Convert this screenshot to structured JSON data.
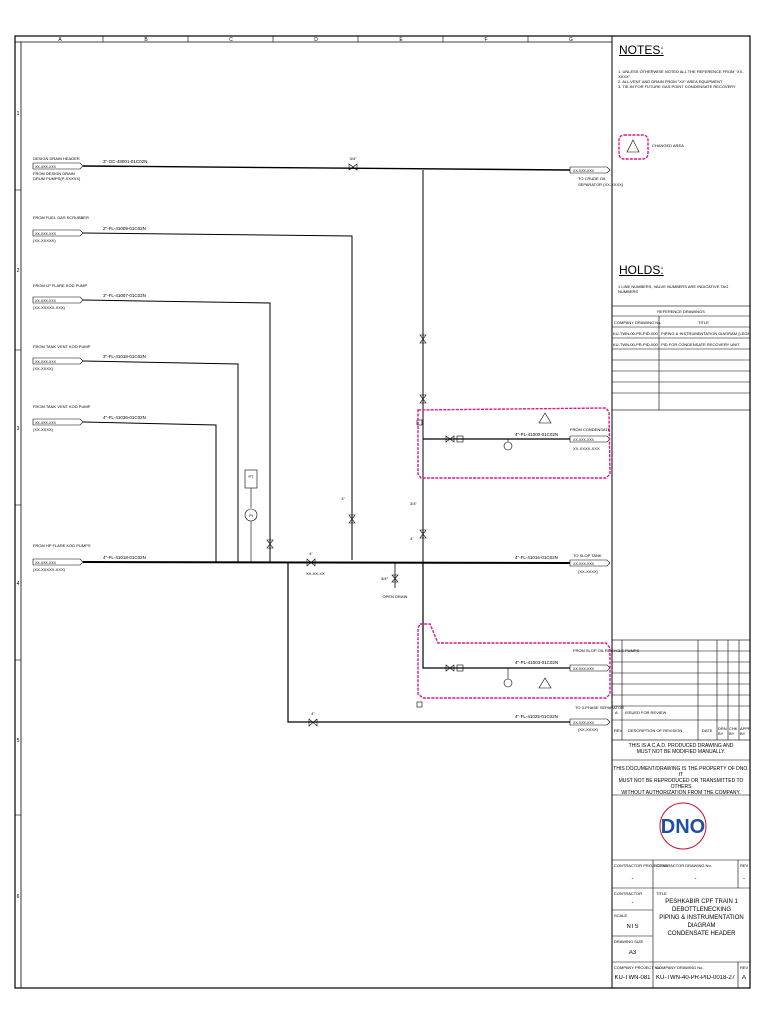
{
  "border": {
    "columns": [
      "A",
      "B",
      "C",
      "D",
      "E",
      "F",
      "G"
    ],
    "rows": [
      "1",
      "2",
      "3",
      "4",
      "5",
      "6"
    ]
  },
  "notes": {
    "title": "NOTES:",
    "items": [
      "1.  UNLESS OTHERWISE NOTED ALL THE REFERENCE FROM \"XX-XXXX\"",
      "2.  ALL VENT AND DRAIN FROM \"XX\" AREA EQUIPMENT",
      "3.  TIE-IN FOR FUTURE GAS POINT CONDENSATE RECOVERY"
    ],
    "legend_label": "CHANGED AREA"
  },
  "holds": {
    "title": "HOLDS:",
    "items": [
      "1  LINE NUMBERS, VALVE NUMBERS ARE INDICATIVE TAG NUMBERS"
    ]
  },
  "reference": {
    "title": "REFERENCE DRAWINGS",
    "col_number": "COMPANY DRAWING No.",
    "col_title": "TITLE",
    "rows": [
      {
        "number": "KU-TWN-00-PR-PID-0001",
        "title": "PIPING & INSTRUMENTATION DIAGRAM (LEGEND SYMBOLS & DETAILS)"
      },
      {
        "number": "KU-TWN-00-PR-PID-0002",
        "title": "PID FOR CONDENSATE RECOVERY UNIT"
      }
    ]
  },
  "inlets": [
    {
      "from": "DESIGN DRAIN HEADER",
      "tag": "XX-XXX-XXX",
      "sub": "FROM DESIGN DRAIN",
      "sub2": "DRUM PUMPS(P-XXXXX)",
      "line": "3\"-OC-48001-01C02N"
    },
    {
      "from": "FROM FUEL GAS SCRUBBER",
      "tag": "XX-XXX-XXX",
      "sub": "(XX-XXXXX)",
      "sub2": "",
      "line": "2\"-FL-41009-01C02N"
    },
    {
      "from": "FROM LP FLARE KOD PUMP",
      "tag": "XX-XXX-XXX",
      "sub": "(XX-XXXXX-XXX)",
      "sub2": "",
      "line": "3\"-FL-41007-01C02N"
    },
    {
      "from": "FROM TANK VENT KOD PUMP",
      "tag": "XX-XXX-XXX",
      "sub": "(XX-XXXX)",
      "sub2": "",
      "line": "3\"-FL-41018-01C02N"
    },
    {
      "from": "FROM TANK VENT KOD PUMP",
      "tag": "XX-XXX-XXX",
      "sub": "(XX-XXXX)",
      "sub2": "",
      "line": "4\"-FL-41036-01C02N"
    },
    {
      "from": "FROM HP FLARE KOD PUMPS",
      "tag": "XX-XXX-XXX",
      "sub": "(XX-XXXXX-XXX)",
      "sub2": "",
      "line": "4\"-FL-41018-01C02N"
    }
  ],
  "outlets": [
    {
      "to": "TO CRUDE OIL",
      "tag": "XX-XXX-XXX",
      "sub": "SEPARATOR (XX-XXXX)"
    },
    {
      "to": "FROM CONDENSATE",
      "tag": "XX-XXX-XXX",
      "sub": "XX-XXXX-XXX",
      "line": "4\"-PL-41000-01C02N"
    },
    {
      "to": "TO SLOP TANK",
      "tag": "XX-XXX-XXX",
      "sub": "(XX-XXXX)",
      "line": "4\"-FL-41016-01C02N"
    },
    {
      "to": "FROM SLOP OIL RECYCLE PUMPS",
      "tag": "XX-XXX-XXX",
      "sub": "",
      "line": "4\"-PL-41003-01C02N"
    },
    {
      "to": "TO 3-PHASE SEPARATOR",
      "tag": "XX-XXX-XXX",
      "sub": "(XX-XXXX)",
      "line": "4\"-FL-41025-01C02N"
    }
  ],
  "diagram_labels": {
    "top_valve": "3/4\"",
    "main_valve": "4\"",
    "lower_valve": "4\"",
    "drain": "3/4\"",
    "drain_to": "OPEN DRAIN",
    "spec_break": "XX-XX-XX",
    "instrument_1": "PT",
    "instrument_2": "PI",
    "branch_1": "3/4\"",
    "branch_2": "4\"",
    "branch_3": "4\""
  },
  "revisions": {
    "rows": [
      {
        "rev": "A",
        "desc": "ISSUED FOR REVIEW",
        "date": "",
        "by": "",
        "chk": "",
        "app": ""
      }
    ],
    "headers": {
      "rev": "REV",
      "desc": "DESCRIPTION OF REVISION",
      "date": "DATE",
      "by": "DRN BY",
      "chk": "CHK BY",
      "app": "APPR BY"
    }
  },
  "cad_notice": {
    "line1": "THIS IS A C.A.D. PRODUCED DRAWING AND",
    "line2": "MUST NOT BE MODIFIED MANUALLY."
  },
  "property_notice": {
    "line1": "THIS DOCUMENT/DRAWING IS THE PROPERTY OF DNO. IT",
    "line2": "MUST NOT BE REPRODUCED OR TRANSMITTED TO OTHERS",
    "line3": "WITHOUT AUTHORIZATION FROM THE COMPANY."
  },
  "logo": {
    "text": "DNO",
    "color": "#c8102e",
    "ring": "#c8102e"
  },
  "title_block": {
    "contractor_project_label": "CONTRACTOR PROJECT No.",
    "contractor_project_value": "-",
    "contractor_drawing_label": "CONTRACTOR DRAWING No.",
    "contractor_drawing_value": "-",
    "rev_label": "REV",
    "rev_value": "-",
    "contractor_label": "CONTRACTOR",
    "contractor_value": "-",
    "title_label": "TITLE",
    "title_line1": "PESHKABIR CPF TRAIN 1 DEBOTTLENECKING",
    "title_line2": "PIPING & INSTRUMENTATION DIAGRAM",
    "title_line3": "CONDENSATE HEADER",
    "scale_label": "SCALE",
    "scale_value": "NTS",
    "size_label": "DRAWING SIZE",
    "size_value": "A3",
    "company_project_label": "COMPANY PROJECT No.",
    "company_project_value": "KU-TWN-081",
    "company_drawing_label": "COMPANY DRAWING No.",
    "company_drawing_value": "KU-TWN-40-PR-PID-0018-27",
    "rev2_label": "REV",
    "rev2_value": "A"
  },
  "colors": {
    "line": "#000000",
    "cloud": "#e0168c"
  }
}
